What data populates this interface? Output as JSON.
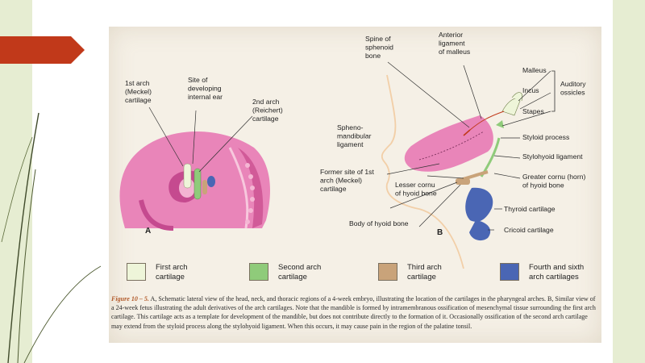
{
  "colors": {
    "arrow_tab": "#c1391a",
    "background_side": "#e6edd2",
    "first_arch": "#eef5d9",
    "second_arch": "#8fcb7a",
    "third_arch": "#c9a37a",
    "fourth_sixth_arch": "#4a66b4",
    "embryo_pink": "#e985b9"
  },
  "panel_a": {
    "letter": "A",
    "labels": {
      "first_arch": "1st arch\n(Meckel)\ncartilage",
      "internal_ear": "Site of\ndeveloping\ninternal ear",
      "second_arch": "2nd arch\n(Reichert)\ncartilage"
    }
  },
  "panel_b": {
    "letter": "B",
    "labels": {
      "spine_sphenoid": "Spine of\nsphenoid\nbone",
      "anterior_ligament": "Anterior\nligament\nof malleus",
      "malleus": "Malleus",
      "incus": "Incus",
      "stapes": "Stapes",
      "auditory_ossicles": "Auditory\nossicles",
      "styloid_process": "Styloid process",
      "stylohyoid_ligament": "Stylohyoid ligament",
      "sphenomandibular": "Spheno-\nmandibular\nligament",
      "former_site": "Former site of 1st\narch (Meckel)\ncartilage",
      "lesser_cornu": "Lesser cornu\nof hyoid bone",
      "greater_cornu": "Greater cornu (horn)\nof hyoid bone",
      "thyroid": "Thyroid cartilage",
      "body_hyoid": "Body of hyoid bone",
      "cricoid": "Cricoid cartilage"
    }
  },
  "legend": [
    {
      "label": "First arch\ncartilage",
      "color": "#eef5d9"
    },
    {
      "label": "Second arch\ncartilage",
      "color": "#8fcb7a"
    },
    {
      "label": "Third arch\ncartilage",
      "color": "#c9a37a"
    },
    {
      "label": "Fourth and sixth\narch cartilages",
      "color": "#4a66b4"
    }
  ],
  "caption": {
    "figure": "Figure 10 – 5.",
    "text": " A, Schematic lateral view of the head, neck, and thoracic regions of a 4-week embryo, illustrating the location of the cartilages in the pharyngeal arches. B, Similar view of a 24-week fetus illustrating the adult derivatives of the arch cartilages. Note that the mandible is formed by intramembranous ossification of mesenchymal tissue surrounding the first arch cartilage. This cartilage acts as a template for development of the mandible, but does not contribute directly to the formation of it. Occasionally ossification of the second arch cartilage may extend from the styloid process along the stylohyoid ligament. When this occurs, it may cause pain in the region of the palatine tonsil."
  }
}
